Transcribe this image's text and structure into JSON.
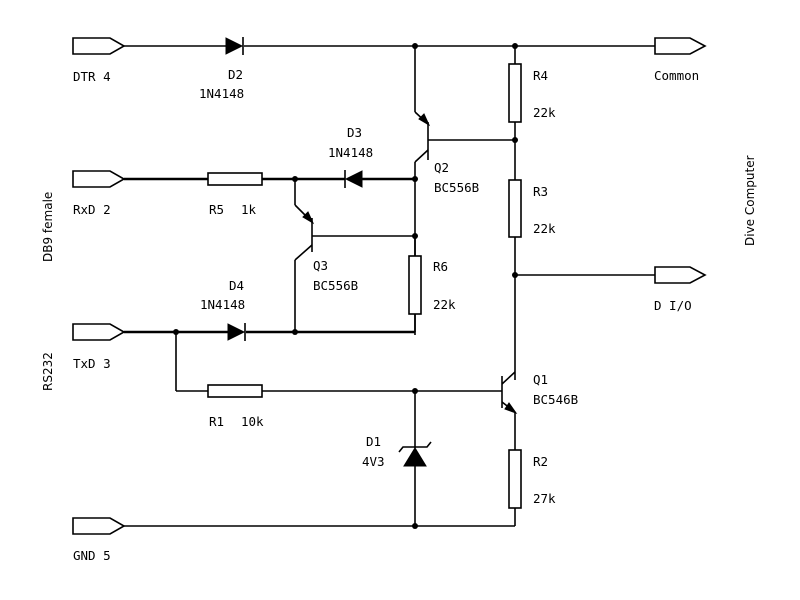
{
  "left_group": "RS232",
  "left_connector": "DB9 female",
  "right_group": "Dive Computer",
  "ports": {
    "dtr": "DTR 4",
    "rxd": "RxD 2",
    "txd": "TxD 3",
    "gnd": "GND 5",
    "common": "Common",
    "dio": "D I/O"
  },
  "parts": {
    "d2": {
      "ref": "D2",
      "value": "1N4148"
    },
    "d3": {
      "ref": "D3",
      "value": "1N4148"
    },
    "d4": {
      "ref": "D4",
      "value": "1N4148"
    },
    "d1": {
      "ref": "D1",
      "value": "4V3"
    },
    "q1": {
      "ref": "Q1",
      "value": "BC546B"
    },
    "q2": {
      "ref": "Q2",
      "value": "BC556B"
    },
    "q3": {
      "ref": "Q3",
      "value": "BC556B"
    },
    "r1": {
      "ref": "R1",
      "value": "10k"
    },
    "r2": {
      "ref": "R2",
      "value": "27k"
    },
    "r3": {
      "ref": "R3",
      "value": "22k"
    },
    "r4": {
      "ref": "R4",
      "value": "22k"
    },
    "r5": {
      "ref": "R5",
      "value": "1k"
    },
    "r6": {
      "ref": "R6",
      "value": "22k"
    }
  }
}
